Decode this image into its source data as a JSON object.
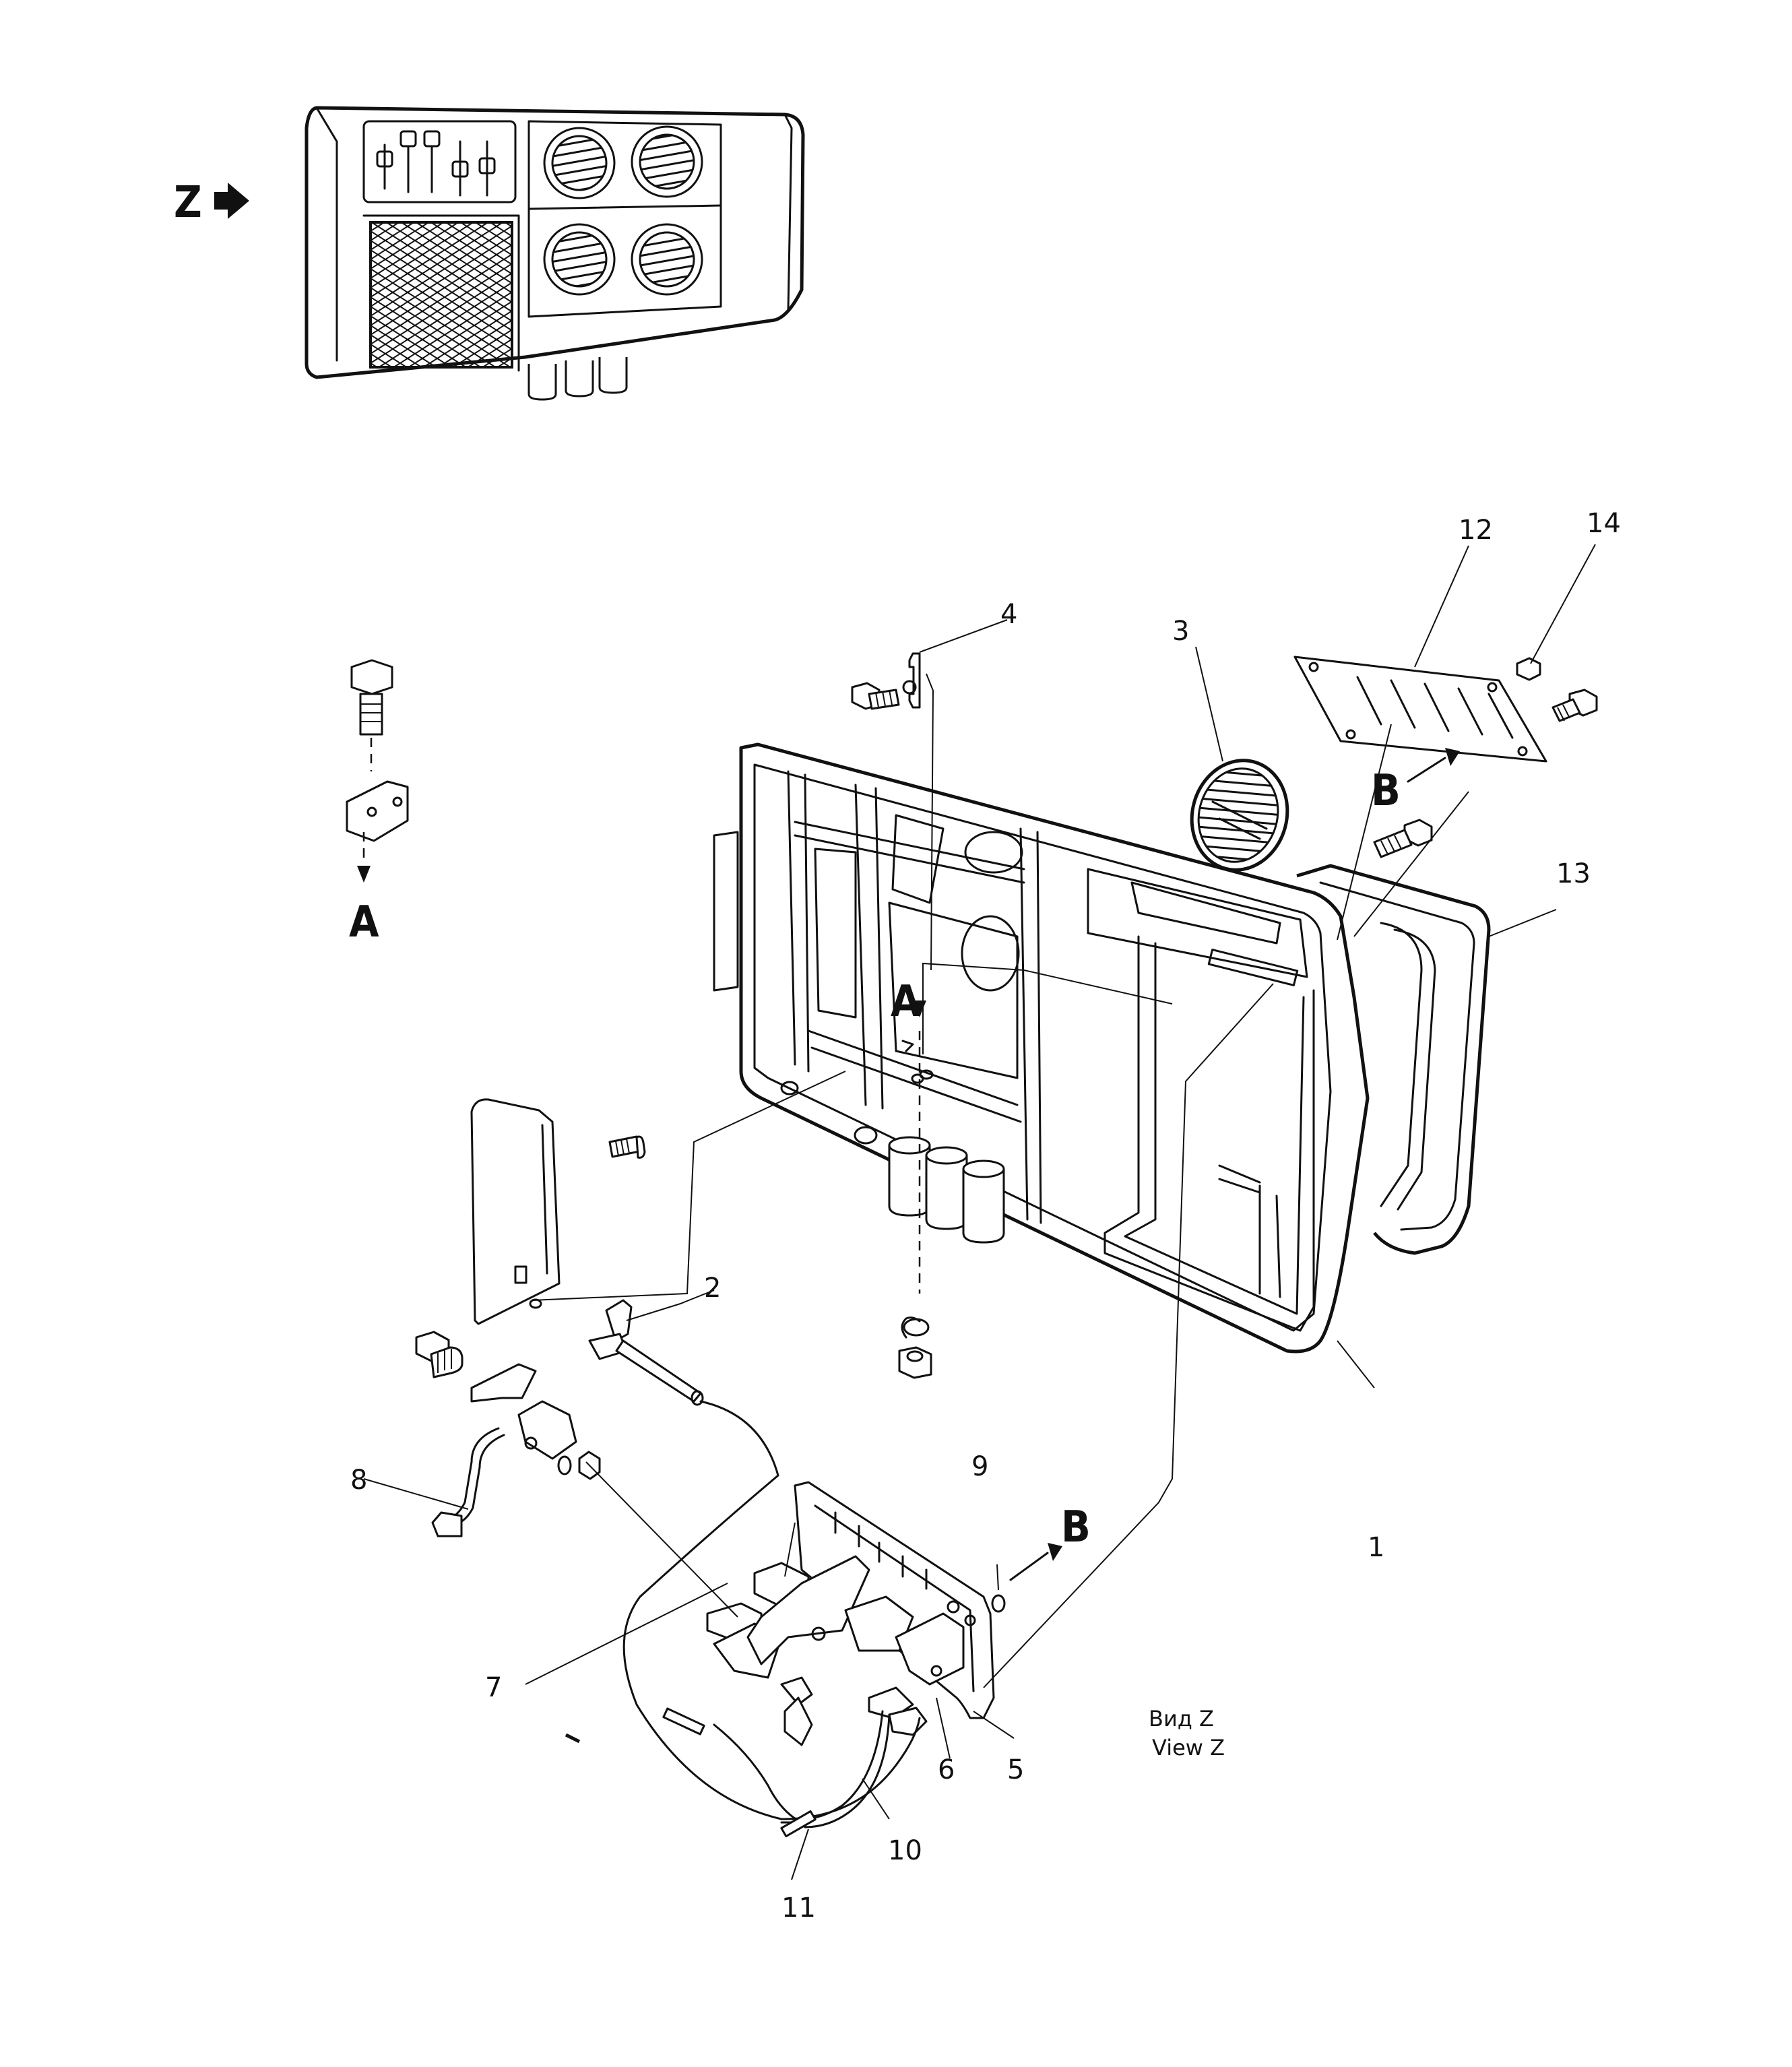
{
  "view_letters": {
    "z_marker": "Z",
    "section_a_top": "A",
    "section_a_center": "A",
    "section_b_top": "B",
    "section_b_bottom": "B"
  },
  "callouts": [
    {
      "id": "1",
      "label": "1"
    },
    {
      "id": "2",
      "label": "2"
    },
    {
      "id": "3",
      "label": "3"
    },
    {
      "id": "4",
      "label": "4"
    },
    {
      "id": "5",
      "label": "5"
    },
    {
      "id": "6",
      "label": "6"
    },
    {
      "id": "7",
      "label": "7"
    },
    {
      "id": "8",
      "label": "8"
    },
    {
      "id": "9",
      "label": "9"
    },
    {
      "id": "10",
      "label": "10"
    },
    {
      "id": "11",
      "label": "11"
    },
    {
      "id": "12",
      "label": "12"
    },
    {
      "id": "13",
      "label": "13"
    },
    {
      "id": "14",
      "label": "14"
    }
  ],
  "caption": {
    "line1": "Вид Z",
    "line2": "View Z"
  }
}
